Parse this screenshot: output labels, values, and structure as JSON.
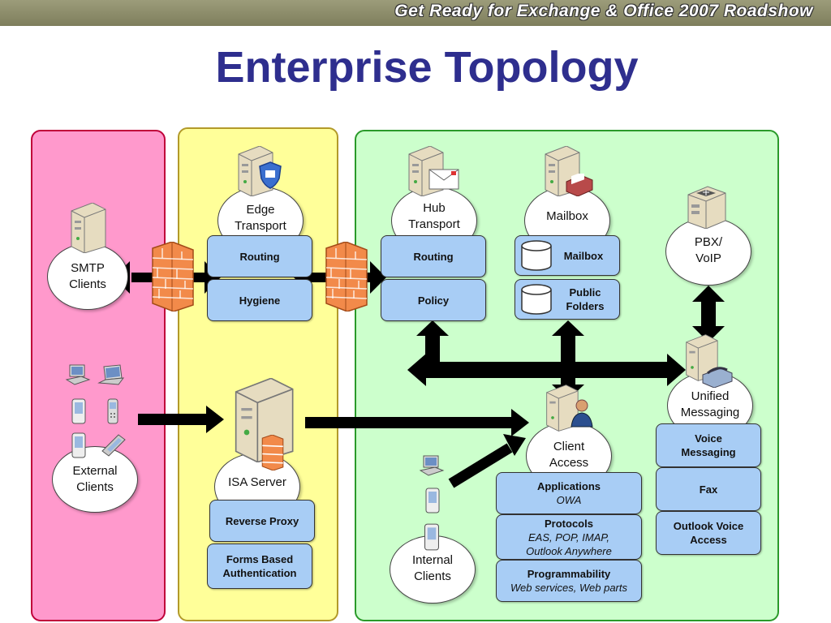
{
  "banner": "Get Ready for Exchange & Office 2007 Roadshow",
  "title": "Enterprise Topology",
  "nodes": {
    "smtp": "SMTP\nClients",
    "external": "External\nClients",
    "edge": "Edge\nTransport",
    "isa": "ISA Server",
    "hub": "Hub\nTransport",
    "mailbox": "Mailbox",
    "pbx": "PBX/\nVoIP",
    "unified": "Unified\nMessaging",
    "client_access": "Client\nAccess",
    "internal": "Internal\nClients"
  },
  "boxes": {
    "edge_routing": "Routing",
    "edge_hygiene": "Hygiene",
    "isa_reverse_proxy": "Reverse Proxy",
    "isa_fba": "Forms Based\nAuthentication",
    "hub_routing": "Routing",
    "hub_policy": "Policy",
    "mb_mailbox": "Mailbox",
    "mb_public": "Public\nFolders",
    "ca_applications": "Applications",
    "ca_applications_sub": "OWA",
    "ca_protocols": "Protocols",
    "ca_protocols_sub": "EAS, POP, IMAP,\nOutlook Anywhere",
    "ca_programmability": "Programmability",
    "ca_programmability_sub": "Web services, Web parts",
    "um_voice": "Voice\nMessaging",
    "um_fax": "Fax",
    "um_ova": "Outlook Voice\nAccess"
  },
  "colors": {
    "zone_pink": "#ff99cc",
    "zone_yellow": "#ffff99",
    "zone_green": "#ccffcc",
    "box_blue": "#a8cdf5",
    "title_blue": "#2e2e8e"
  },
  "icons": [
    "server-icon",
    "firewall-icon",
    "desktop-icon",
    "laptop-icon",
    "phone-icon",
    "pda-icon",
    "pbx-icon",
    "fax-icon"
  ]
}
